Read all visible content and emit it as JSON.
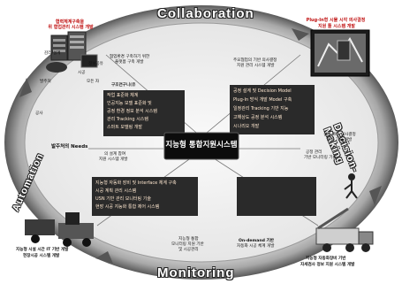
{
  "ring_labels": {
    "top": "Collaboration",
    "right": "Decision-Making",
    "bottom": "Monitoring",
    "left": "Automation"
  },
  "center": {
    "title": "지능형 통합지원시스템",
    "subtitle": ""
  },
  "top_left": {
    "title_line1": "협력체계구축을",
    "title_line2": "위 협업관리 시스템 개발",
    "label1": "발주처",
    "label2": "시공",
    "label3": "감리/설계",
    "label4": "모든 자",
    "label5": "공사",
    "label6": "정보공유",
    "note1": "협업환경 구축하기 위한",
    "note2": "플랫폼 구축 개발"
  },
  "top_right": {
    "title_line1": "Plug-In형 시뮬 시각 의사결정",
    "title_line2": "지원 툴 시스템 개발",
    "note1": "주요협업의 기반 의사결정",
    "note2": "지원 관리 시스템 개발"
  },
  "left_box": {
    "header": "구조연구니(유",
    "lines": [
      "작업 표준화 체계",
      "인공지능 모델 표준화 및",
      "공정 환경 정보 분석 시스템",
      "관리 Tracking 시스템",
      "스마트 모델링 개발"
    ]
  },
  "right_box": {
    "lines": [
      "공정 설계 및 Decision Model",
      "Plug-In 방식 개발 Model 구축",
      "일정관리 Tracking 기반 지능",
      "고해상도 공정 분석 시스템",
      "시나리오 개발"
    ]
  },
  "right_notes": {
    "note1": "설계 과정 의사결정",
    "note2": "지원 기술 개발",
    "note3": "공정 관리",
    "note4": "기반 모니터링 기술"
  },
  "left_notes": {
    "needs": "발주처의 Needs",
    "sub1": "의 설계 참여",
    "sub2": "지원 시스템 개발"
  },
  "bottom_box": {
    "lines": [
      "지능형 자동화 장비 및 Interface 체계 구축",
      "시공 계획 관리 시스템",
      "USN 기반 관리 모니터링 기술",
      "현장 시공 지능화 통합 제어 시스템"
    ]
  },
  "bottom_left": {
    "title_line1": "지능형 시설 시간 IT 기반 개발",
    "title_line2": "현장시공 시스템 개발"
  },
  "bottom_center": {
    "note1": "지능형 통합",
    "note2": "모니터링 지원 기반",
    "note3": "및 시공관리"
  },
  "bottom_right": {
    "title_line1": "지능형 자동화장비 기반",
    "title_line2": "자세검사 정보 지원 시스템 개발",
    "note1": "On-demand 기반",
    "note2": "자동화 시공 체계 개발"
  },
  "colors": {
    "ring_dark": "#3a3a3a",
    "ring_light": "#d4d4d4",
    "box": "#2a2a2a",
    "center_box": "#0c0c0c",
    "accent_red": "#c01010"
  }
}
